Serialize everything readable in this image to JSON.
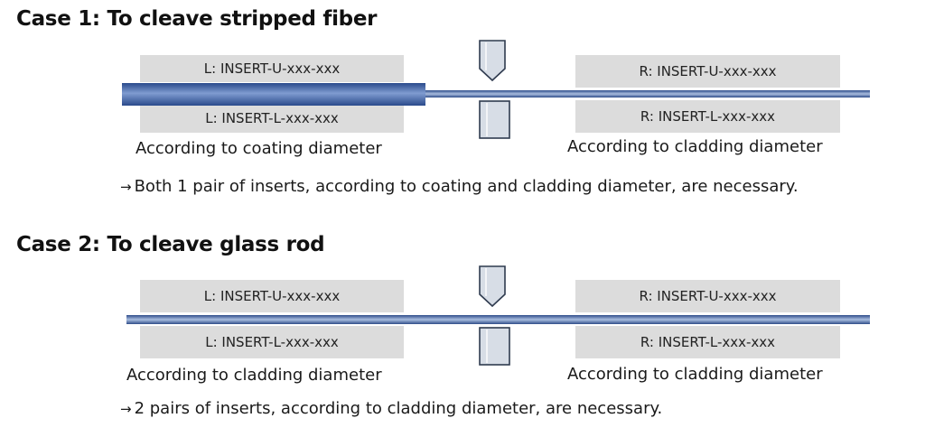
{
  "colors": {
    "insert_fill": "#dcdcdc",
    "fiber_dark": "#2f4d8a",
    "fiber_light": "#9fb3d8",
    "tool_fill": "#d7dde6",
    "tool_stroke": "#2f3b4f"
  },
  "cases": [
    {
      "title": "Case 1: To cleave stripped fiber",
      "left_upper": "L: INSERT-U-xxx-xxx",
      "left_lower": "L: INSERT-L-xxx-xxx",
      "right_upper": "R: INSERT-U-xxx-xxx",
      "right_lower": "R: INSERT-L-xxx-xxx",
      "left_caption": "According to coating diameter",
      "right_caption": "According to cladding diameter",
      "note_arrow": "→",
      "note": "Both 1 pair of inserts, according to coating and cladding diameter, are necessary."
    },
    {
      "title": "Case 2: To cleave glass rod",
      "left_upper": "L: INSERT-U-xxx-xxx",
      "left_lower": "L: INSERT-L-xxx-xxx",
      "right_upper": "R: INSERT-U-xxx-xxx",
      "right_lower": "R: INSERT-L-xxx-xxx",
      "left_caption": "According to cladding diameter",
      "right_caption": "According to cladding diameter",
      "note_arrow": "→",
      "note": "2 pairs of inserts, according to cladding diameter, are necessary."
    }
  ]
}
